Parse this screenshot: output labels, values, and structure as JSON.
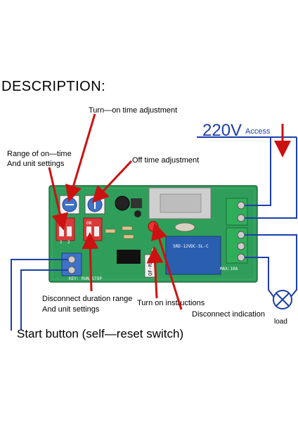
{
  "heading": "DESCRIPTION:",
  "power": {
    "voltage": "220V",
    "access": "Access"
  },
  "labels": {
    "turn_on_time": "Turn—on time adjustment",
    "range_line1": "Range of on—time",
    "range_line2": "And unit settings",
    "off_time": "Off time adjustment",
    "disconnect_line1": "Disconnect duration range",
    "disconnect_line2": "And unit settings",
    "turn_on_instructions": "Turn on instructions",
    "disconnect_indication": "Disconnect indication",
    "load": "load",
    "start_button": "Start button (self—reset switch)"
  },
  "board": {
    "key_label": "KEY: RUN/STOP",
    "dip_on": "ON",
    "dip_numbers": [
      "1",
      "2"
    ],
    "relay_model": "SRD-12VDC-SL-C",
    "max_rating": "MAX:10A",
    "model_code": "QF-RD7"
  },
  "colors": {
    "arrow": "#cc1111",
    "wire": "#1d3fa8",
    "pcb": "#2f9e5a",
    "relay": "#2a5fb0"
  }
}
